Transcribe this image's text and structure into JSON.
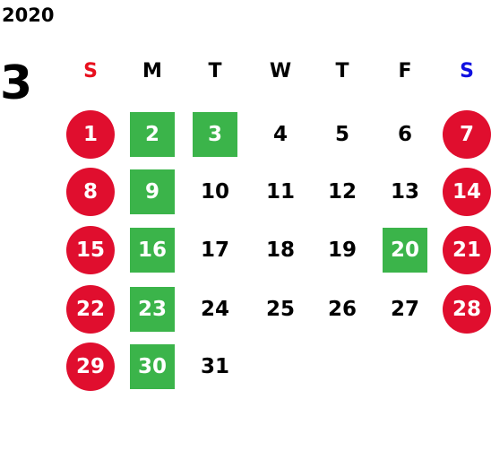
{
  "year": "2020",
  "month": "3",
  "weekdays": [
    {
      "label": "S",
      "kind": "sun"
    },
    {
      "label": "M",
      "kind": "wd"
    },
    {
      "label": "T",
      "kind": "wd"
    },
    {
      "label": "W",
      "kind": "wd"
    },
    {
      "label": "T",
      "kind": "wd"
    },
    {
      "label": "F",
      "kind": "wd"
    },
    {
      "label": "S",
      "kind": "sat"
    }
  ],
  "weeks": [
    [
      {
        "d": "1",
        "s": "holiday"
      },
      {
        "d": "2",
        "s": "closed"
      },
      {
        "d": "3",
        "s": "closed"
      },
      {
        "d": "4",
        "s": "normal"
      },
      {
        "d": "5",
        "s": "normal"
      },
      {
        "d": "6",
        "s": "normal"
      },
      {
        "d": "7",
        "s": "holiday"
      }
    ],
    [
      {
        "d": "8",
        "s": "holiday"
      },
      {
        "d": "9",
        "s": "closed"
      },
      {
        "d": "10",
        "s": "normal"
      },
      {
        "d": "11",
        "s": "normal"
      },
      {
        "d": "12",
        "s": "normal"
      },
      {
        "d": "13",
        "s": "normal"
      },
      {
        "d": "14",
        "s": "holiday"
      }
    ],
    [
      {
        "d": "15",
        "s": "holiday"
      },
      {
        "d": "16",
        "s": "closed"
      },
      {
        "d": "17",
        "s": "normal"
      },
      {
        "d": "18",
        "s": "normal"
      },
      {
        "d": "19",
        "s": "normal"
      },
      {
        "d": "20",
        "s": "closed"
      },
      {
        "d": "21",
        "s": "holiday"
      }
    ],
    [
      {
        "d": "22",
        "s": "holiday"
      },
      {
        "d": "23",
        "s": "closed"
      },
      {
        "d": "24",
        "s": "normal"
      },
      {
        "d": "25",
        "s": "normal"
      },
      {
        "d": "26",
        "s": "normal"
      },
      {
        "d": "27",
        "s": "normal"
      },
      {
        "d": "28",
        "s": "holiday"
      }
    ],
    [
      {
        "d": "29",
        "s": "holiday"
      },
      {
        "d": "30",
        "s": "closed"
      },
      {
        "d": "31",
        "s": "normal"
      }
    ]
  ],
  "colors": {
    "holiday": "#e00e2e",
    "closed": "#3bb44a",
    "sunday_header": "#e8101e",
    "saturday_header": "#1010e0"
  }
}
